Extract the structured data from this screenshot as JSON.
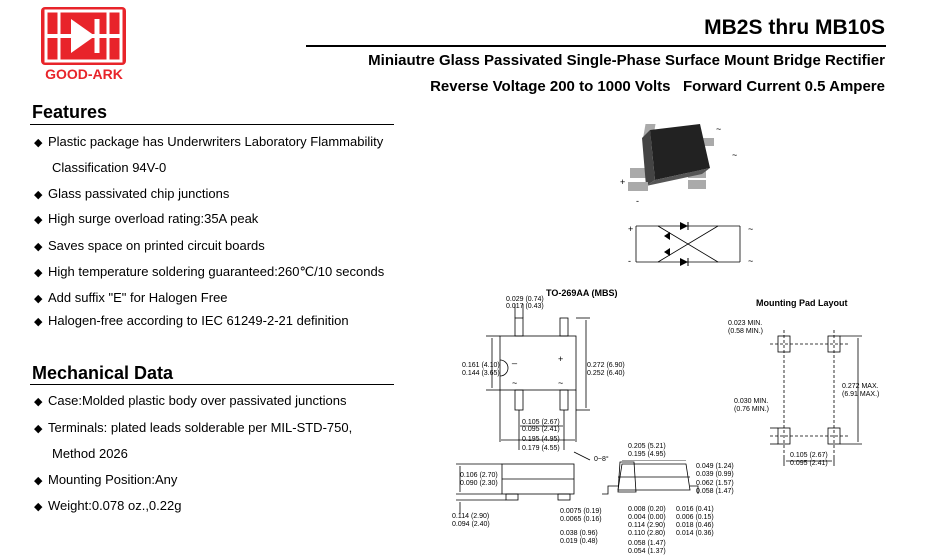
{
  "brand": {
    "name": "GOOD-ARK"
  },
  "header": {
    "part": "MB2S thru MB10S",
    "subtitle": "Miniautre Glass Passivated Single-Phase Surface Mount Bridge Rectifier",
    "ratings": "Reverse Voltage 200 to 1000 Volts   Forward Current 0.5 Ampere"
  },
  "features": {
    "title": "Features",
    "items": [
      "Plastic package has Underwriters Laboratory Flammability",
      "Glass passivated chip junctions",
      "High surge overload rating:35A peak",
      "Saves space on printed circuit boards",
      "High temperature soldering guaranteed:260℃/10 seconds",
      "Add suffix \"E\" for Halogen Free",
      "Halogen-free according to IEC 61249-2-21 definition"
    ],
    "continuation": "Classification 94V-0"
  },
  "mechanical": {
    "title": "Mechanical Data",
    "items": [
      "Case:Molded plastic body over passivated junctions",
      "Terminals: plated leads solderable per MIL-STD-750,",
      "Mounting Position:Any",
      "Weight:0.078 oz.,0.22g"
    ],
    "continuation": "Method 2026"
  },
  "drawing": {
    "package": "TO-269AA (MBS)",
    "pad_title": "Mounting Pad Layout",
    "symbols": {
      "plus": "+",
      "minus": "-",
      "tilde": "~"
    },
    "dims": {
      "d1": "0.029 (0.74)",
      "d2": "0.017 (0.43)",
      "d3": "0.161 (4.10)",
      "d4": "0.144 (3.65)",
      "d5": "0.272 (6.90)",
      "d6": "0.252 (6.40)",
      "d7": "0.105 (2.67)",
      "d8": "0.095 (2.41)",
      "d9": "0.195 (4.95)",
      "d10": "0.179 (4.55)",
      "d11": "0.205 (5.21)",
      "d12": "0.195 (4.95)",
      "d13": "0.106 (2.70)",
      "d14": "0.090 (2.30)",
      "d15": "0.049 (1.24)",
      "d16": "0.039 (0.99)",
      "d17": "0.062 (1.57)",
      "d18": "0.058 (1.47)",
      "d19": "0.114 (2.90)",
      "d20": "0.094 (2.40)",
      "d21": "0.0075 (0.19)",
      "d22": "0.0065 (0.16)",
      "d23": "0.038 (0.96)",
      "d24": "0.019 (0.48)",
      "d25": "0.008 (0.20)",
      "d26": "0.004 (0.00)",
      "d27": "0.114 (2.90)",
      "d28": "0.110 (2.80)",
      "d29": "0.058 (1.47)",
      "d30": "0.054 (1.37)",
      "d31": "0.016 (0.41)",
      "d32": "0.006 (0.15)",
      "d33": "0.018 (0.46)",
      "d34": "0.014 (0.36)",
      "angle": "0~8°",
      "p1": "0.023 MIN.",
      "p2": "(0.58 MIN.)",
      "p3": "0.030 MIN.",
      "p4": "(0.76 MIN.)",
      "p5": "0.272 MAX.",
      "p6": "(6.91 MAX.)",
      "p7": "0.105 (2.67)",
      "p8": "0.095 (2.41)"
    }
  }
}
